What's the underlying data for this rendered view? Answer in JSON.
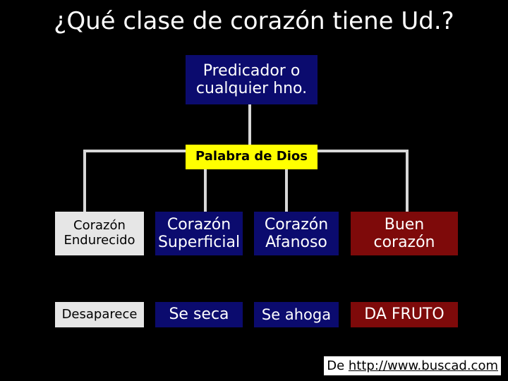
{
  "title": "¿Qué clase de corazón tiene Ud.?",
  "preacher": {
    "line1": "Predicador o",
    "line2": "cualquier hno."
  },
  "word": "Palabra de Dios",
  "hearts": [
    {
      "line1": "Corazón",
      "line2": "Endurecido",
      "result": "Desaparece"
    },
    {
      "line1": "Corazón",
      "line2": "Superficial",
      "result": "Se seca"
    },
    {
      "line1": "Corazón",
      "line2": "Afanoso",
      "result": "Se ahoga"
    },
    {
      "line1": "Buen",
      "line2": "corazón",
      "result": "DA FRUTO"
    }
  ],
  "footer": {
    "prefix": "De ",
    "link": "http://www.buscad.com"
  },
  "colors": {
    "blue": "#0b0b6e",
    "red": "#7e0a0a",
    "yellow": "#ffff00",
    "background": "#000000"
  }
}
